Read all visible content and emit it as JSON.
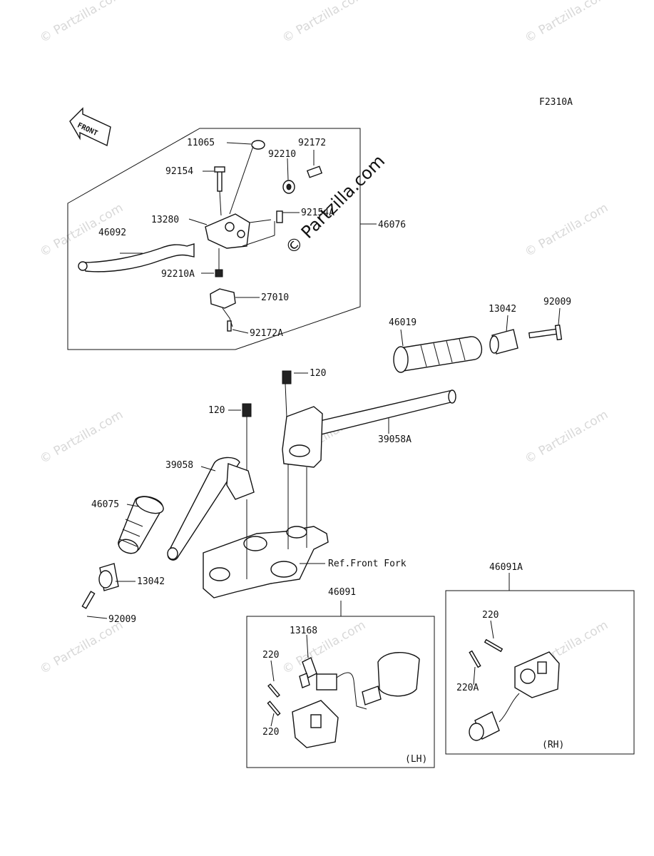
{
  "figure_code": "F2310A",
  "front_arrow_text": "FRONT",
  "watermark_text": "© Partzilla.com",
  "callouts": {
    "p11065": "11065",
    "p92172": "92172",
    "p92210": "92210",
    "p92154": "92154",
    "p92154A": "92154A",
    "p13280": "13280",
    "p46092": "46092",
    "p46076": "46076",
    "p92210A": "92210A",
    "p27010": "27010",
    "p92172A": "92172A",
    "p46019": "46019",
    "p13042_r": "13042",
    "p92009_r": "92009",
    "p120_r": "120",
    "p120_l": "120",
    "p39058A": "39058A",
    "p39058": "39058",
    "p46075": "46075",
    "p13042_l": "13042",
    "p92009_l": "92009",
    "ref_front_fork": "Ref.Front Fork",
    "p46091": "46091",
    "p46091A": "46091A",
    "p13168": "13168",
    "p220_a": "220",
    "p220_b": "220",
    "p220_c": "220",
    "p220A": "220A",
    "side_lh": "(LH)",
    "side_rh": "(RH)"
  }
}
